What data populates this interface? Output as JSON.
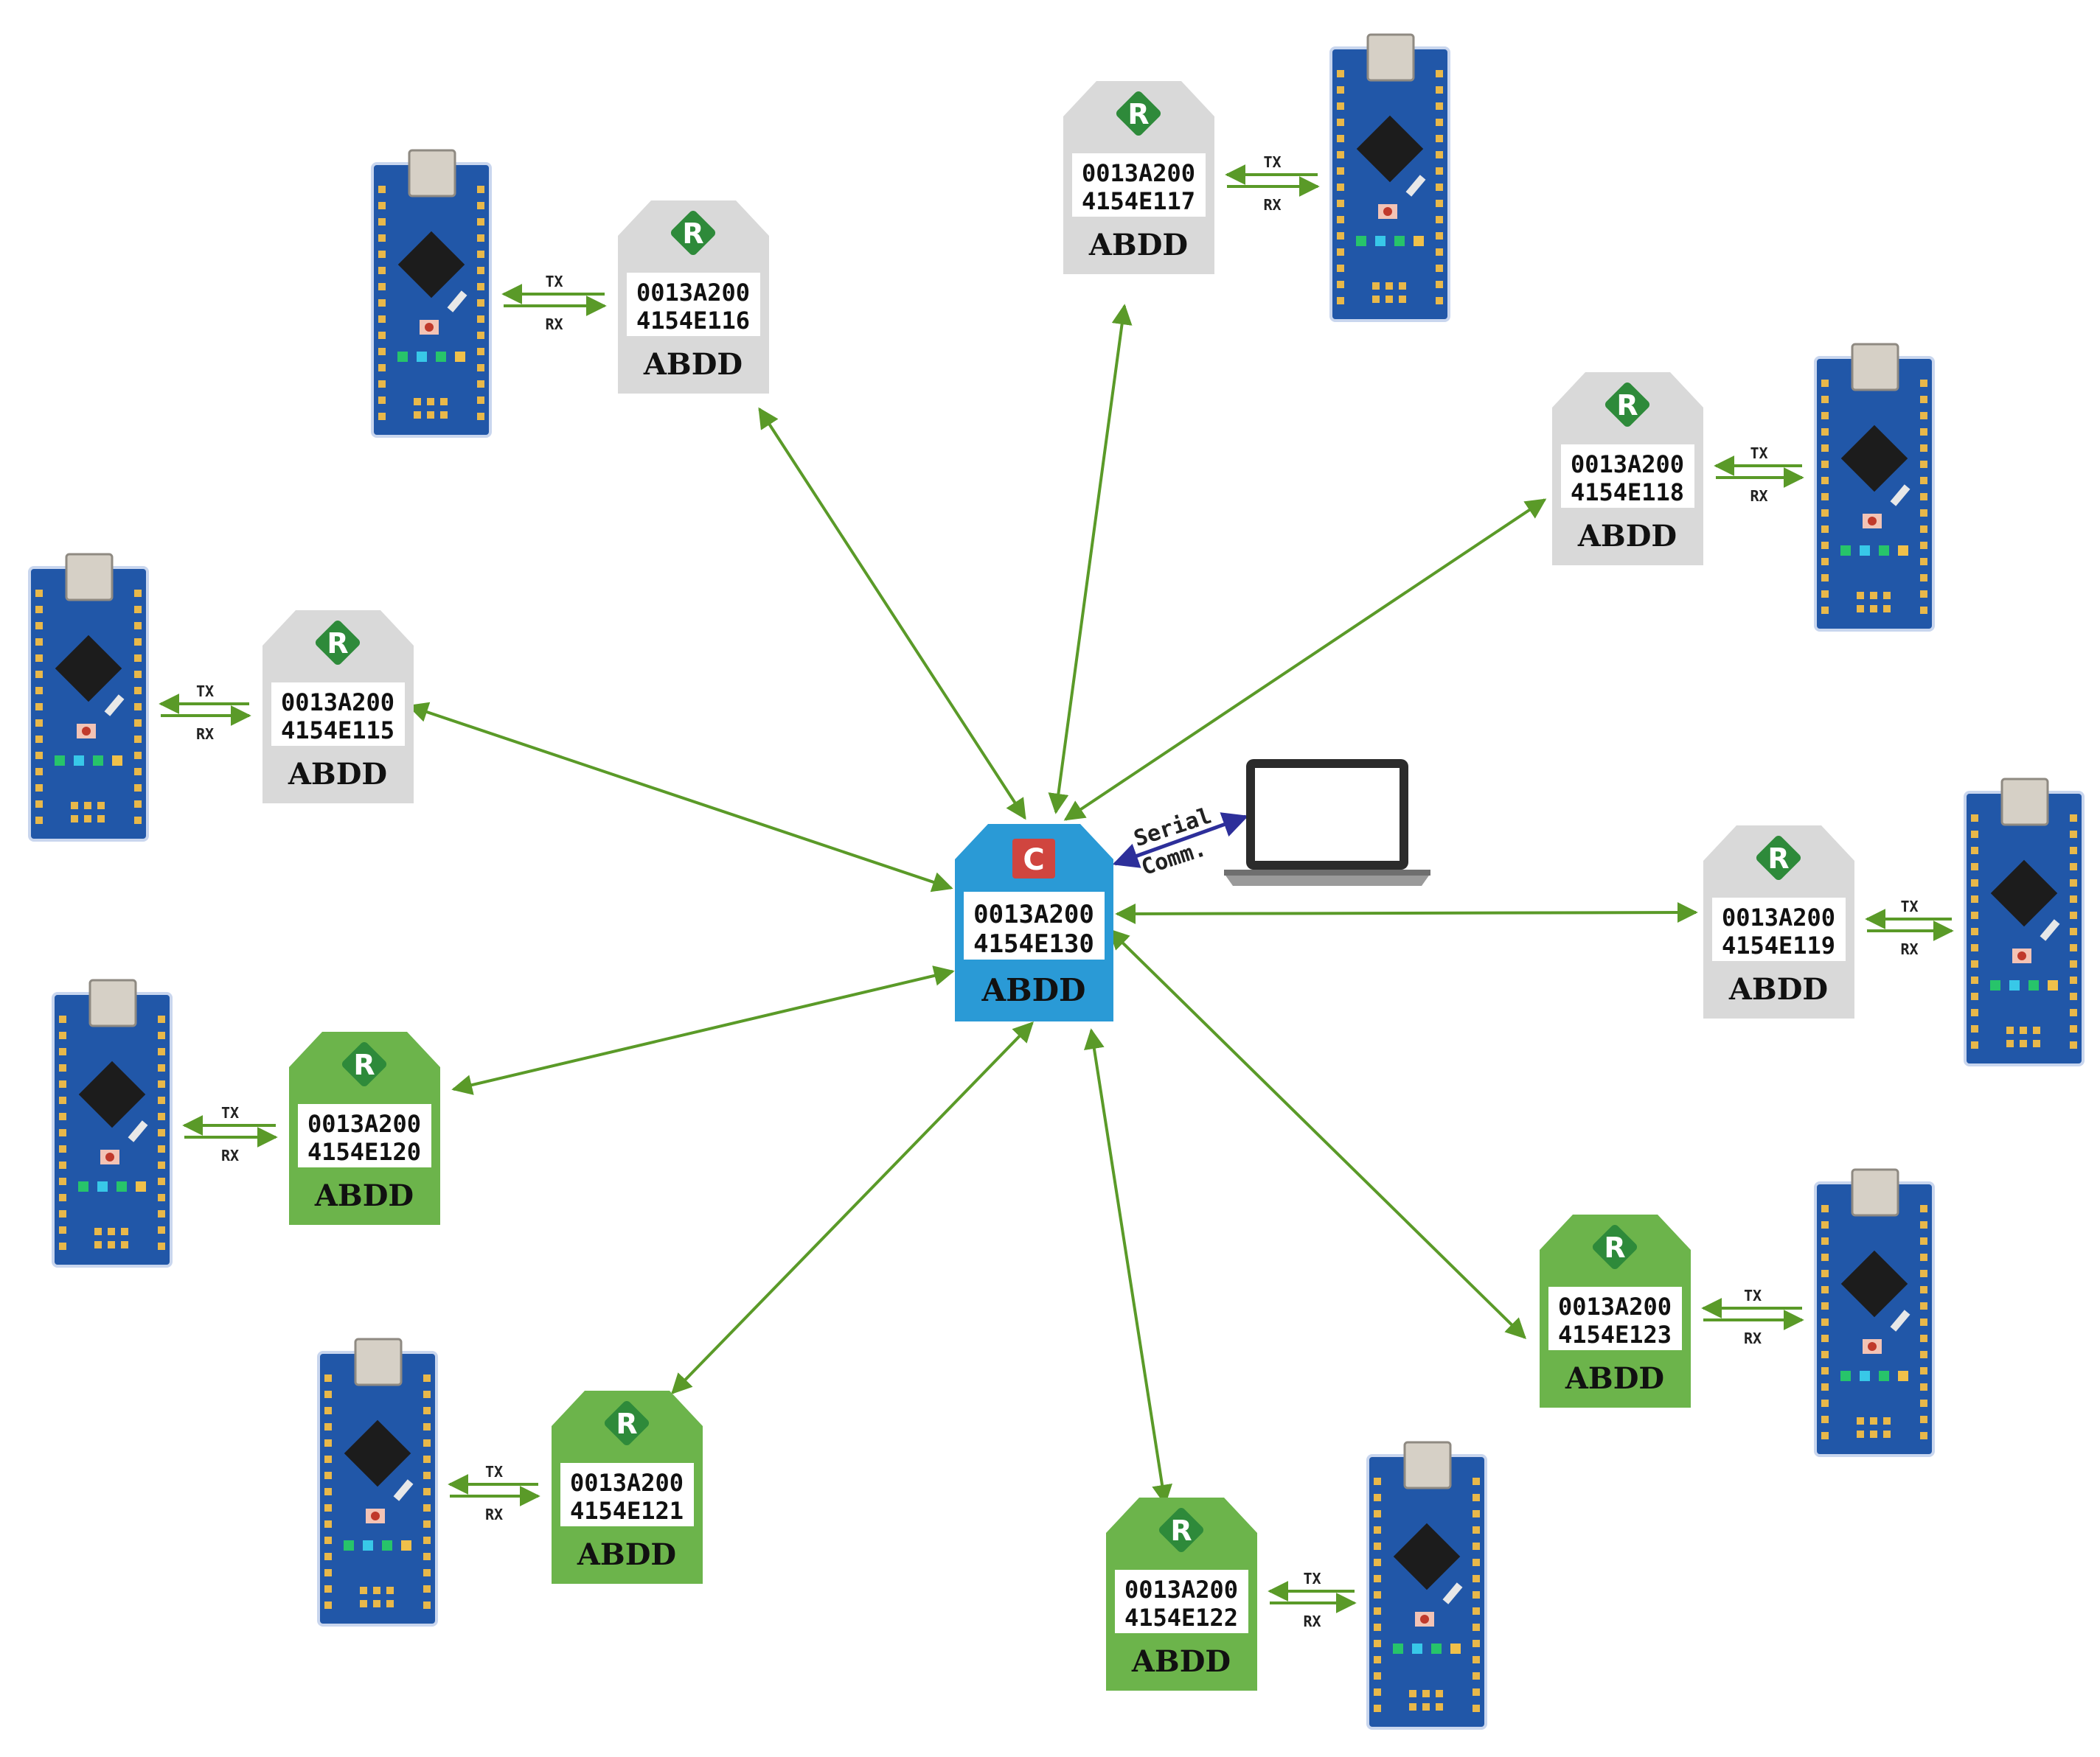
{
  "colors": {
    "link": "#5a9a28",
    "serial_link": "#2d2f9a",
    "router_gray": "#d9d9d9",
    "router_green": "#6cb44b",
    "coordinator_blue": "#2a9ad6",
    "role_router_badge": "#2e8a3a",
    "role_coordinator_badge": "#d0453f",
    "board_blue": "#2157a8"
  },
  "coordinator": {
    "role": "C",
    "address_line1": "0013A200",
    "address_line2": "4154E130",
    "label": "ABDD"
  },
  "laptop": {
    "serial_label_line1": "Serial",
    "serial_label_line2": "Comm."
  },
  "routers": [
    {
      "id": "e116",
      "role": "R",
      "address_line1": "0013A200",
      "address_line2": "4154E116",
      "label": "ABDD",
      "style": "gray",
      "board_side": "left",
      "tx": "TX",
      "rx": "RX"
    },
    {
      "id": "e117",
      "role": "R",
      "address_line1": "0013A200",
      "address_line2": "4154E117",
      "label": "ABDD",
      "style": "gray",
      "board_side": "right",
      "tx": "TX",
      "rx": "RX"
    },
    {
      "id": "e118",
      "role": "R",
      "address_line1": "0013A200",
      "address_line2": "4154E118",
      "label": "ABDD",
      "style": "gray",
      "board_side": "right",
      "tx": "TX",
      "rx": "RX"
    },
    {
      "id": "e115",
      "role": "R",
      "address_line1": "0013A200",
      "address_line2": "4154E115",
      "label": "ABDD",
      "style": "gray",
      "board_side": "left",
      "tx": "TX",
      "rx": "RX"
    },
    {
      "id": "e119",
      "role": "R",
      "address_line1": "0013A200",
      "address_line2": "4154E119",
      "label": "ABDD",
      "style": "gray",
      "board_side": "right",
      "tx": "TX",
      "rx": "RX"
    },
    {
      "id": "e120",
      "role": "R",
      "address_line1": "0013A200",
      "address_line2": "4154E120",
      "label": "ABDD",
      "style": "green",
      "board_side": "left",
      "tx": "TX",
      "rx": "RX"
    },
    {
      "id": "e123",
      "role": "R",
      "address_line1": "0013A200",
      "address_line2": "4154E123",
      "label": "ABDD",
      "style": "green",
      "board_side": "right",
      "tx": "TX",
      "rx": "RX"
    },
    {
      "id": "e121",
      "role": "R",
      "address_line1": "0013A200",
      "address_line2": "4154E121",
      "label": "ABDD",
      "style": "green",
      "board_side": "left",
      "tx": "TX",
      "rx": "RX"
    },
    {
      "id": "e122",
      "role": "R",
      "address_line1": "0013A200",
      "address_line2": "4154E122",
      "label": "ABDD",
      "style": "green",
      "board_side": "right",
      "tx": "TX",
      "rx": "RX"
    }
  ]
}
